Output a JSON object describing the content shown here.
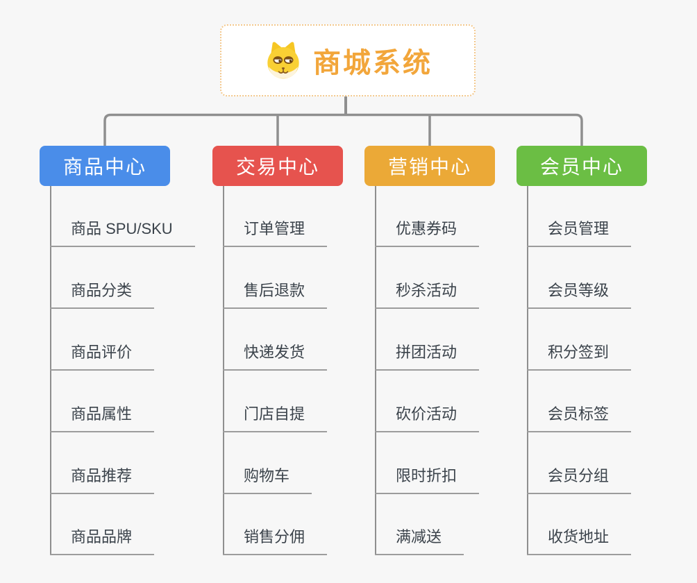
{
  "root": {
    "title": "商城系统",
    "icon": "dog-face-icon",
    "accent_color": "#F2A63B",
    "border_color": "#F3C88C"
  },
  "branches": [
    {
      "label": "商品中心",
      "color": "#4A8DE9",
      "items": [
        "商品 SPU/SKU",
        "商品分类",
        "商品评价",
        "商品属性",
        "商品推荐",
        "商品品牌"
      ]
    },
    {
      "label": "交易中心",
      "color": "#E6534E",
      "items": [
        "订单管理",
        "售后退款",
        "快递发货",
        "门店自提",
        "购物车",
        "销售分佣"
      ]
    },
    {
      "label": "营销中心",
      "color": "#EBA937",
      "items": [
        "优惠券码",
        "秒杀活动",
        "拼团活动",
        "砍价活动",
        "限时折扣",
        "满减送"
      ]
    },
    {
      "label": "会员中心",
      "color": "#6BBE44",
      "items": [
        "会员管理",
        "会员等级",
        "积分签到",
        "会员标签",
        "会员分组",
        "收货地址"
      ]
    }
  ],
  "connector_color": "#8F8F8F",
  "underline_color": "#9C9C9C",
  "background_color": "#F7F7F7",
  "item_text_color": "#3B434B"
}
